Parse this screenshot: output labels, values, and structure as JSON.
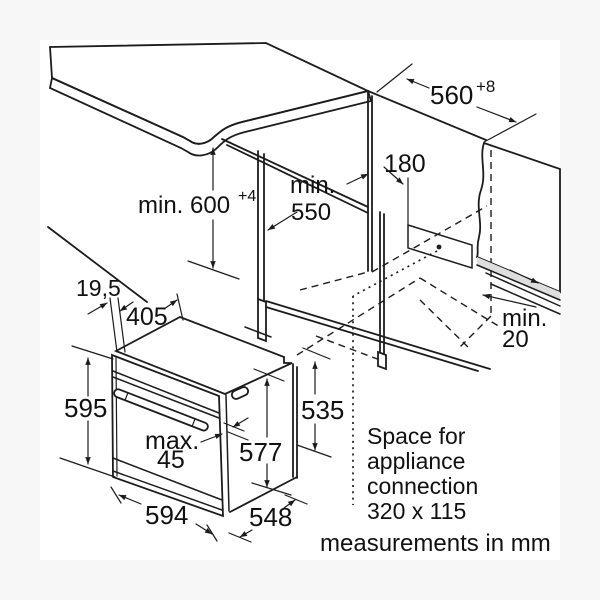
{
  "diagram": {
    "dimensions": {
      "niche_height": {
        "value": "min. 600",
        "tolerance": "+4"
      },
      "niche_width": {
        "value": "560",
        "tolerance": "+8"
      },
      "niche_depth": {
        "line1": "min.",
        "line2": "550"
      },
      "connection_offset": {
        "value": "180"
      },
      "rear_gap": {
        "line1": "min.",
        "line2": "20"
      },
      "facia_depth": {
        "value": "19,5"
      },
      "top_depth": {
        "value": "405"
      },
      "oven_height": {
        "value": "595"
      },
      "handle_depth": {
        "line1": "max.",
        "line2": "45"
      },
      "case_height": {
        "value": "577"
      },
      "case_rear_height": {
        "value": "535"
      },
      "oven_width": {
        "value": "594"
      },
      "case_depth": {
        "value": "548"
      }
    },
    "annotations": {
      "connection_note": [
        "Space for",
        "appliance",
        "connection",
        "320 x 115"
      ],
      "units_note": "measurements in mm"
    },
    "colors": {
      "background": "#f7f7f7",
      "canvas": "#ffffff",
      "line": "#1c1c1c",
      "surface": "#e9e9e9",
      "surface_edge": "#dedede"
    }
  }
}
